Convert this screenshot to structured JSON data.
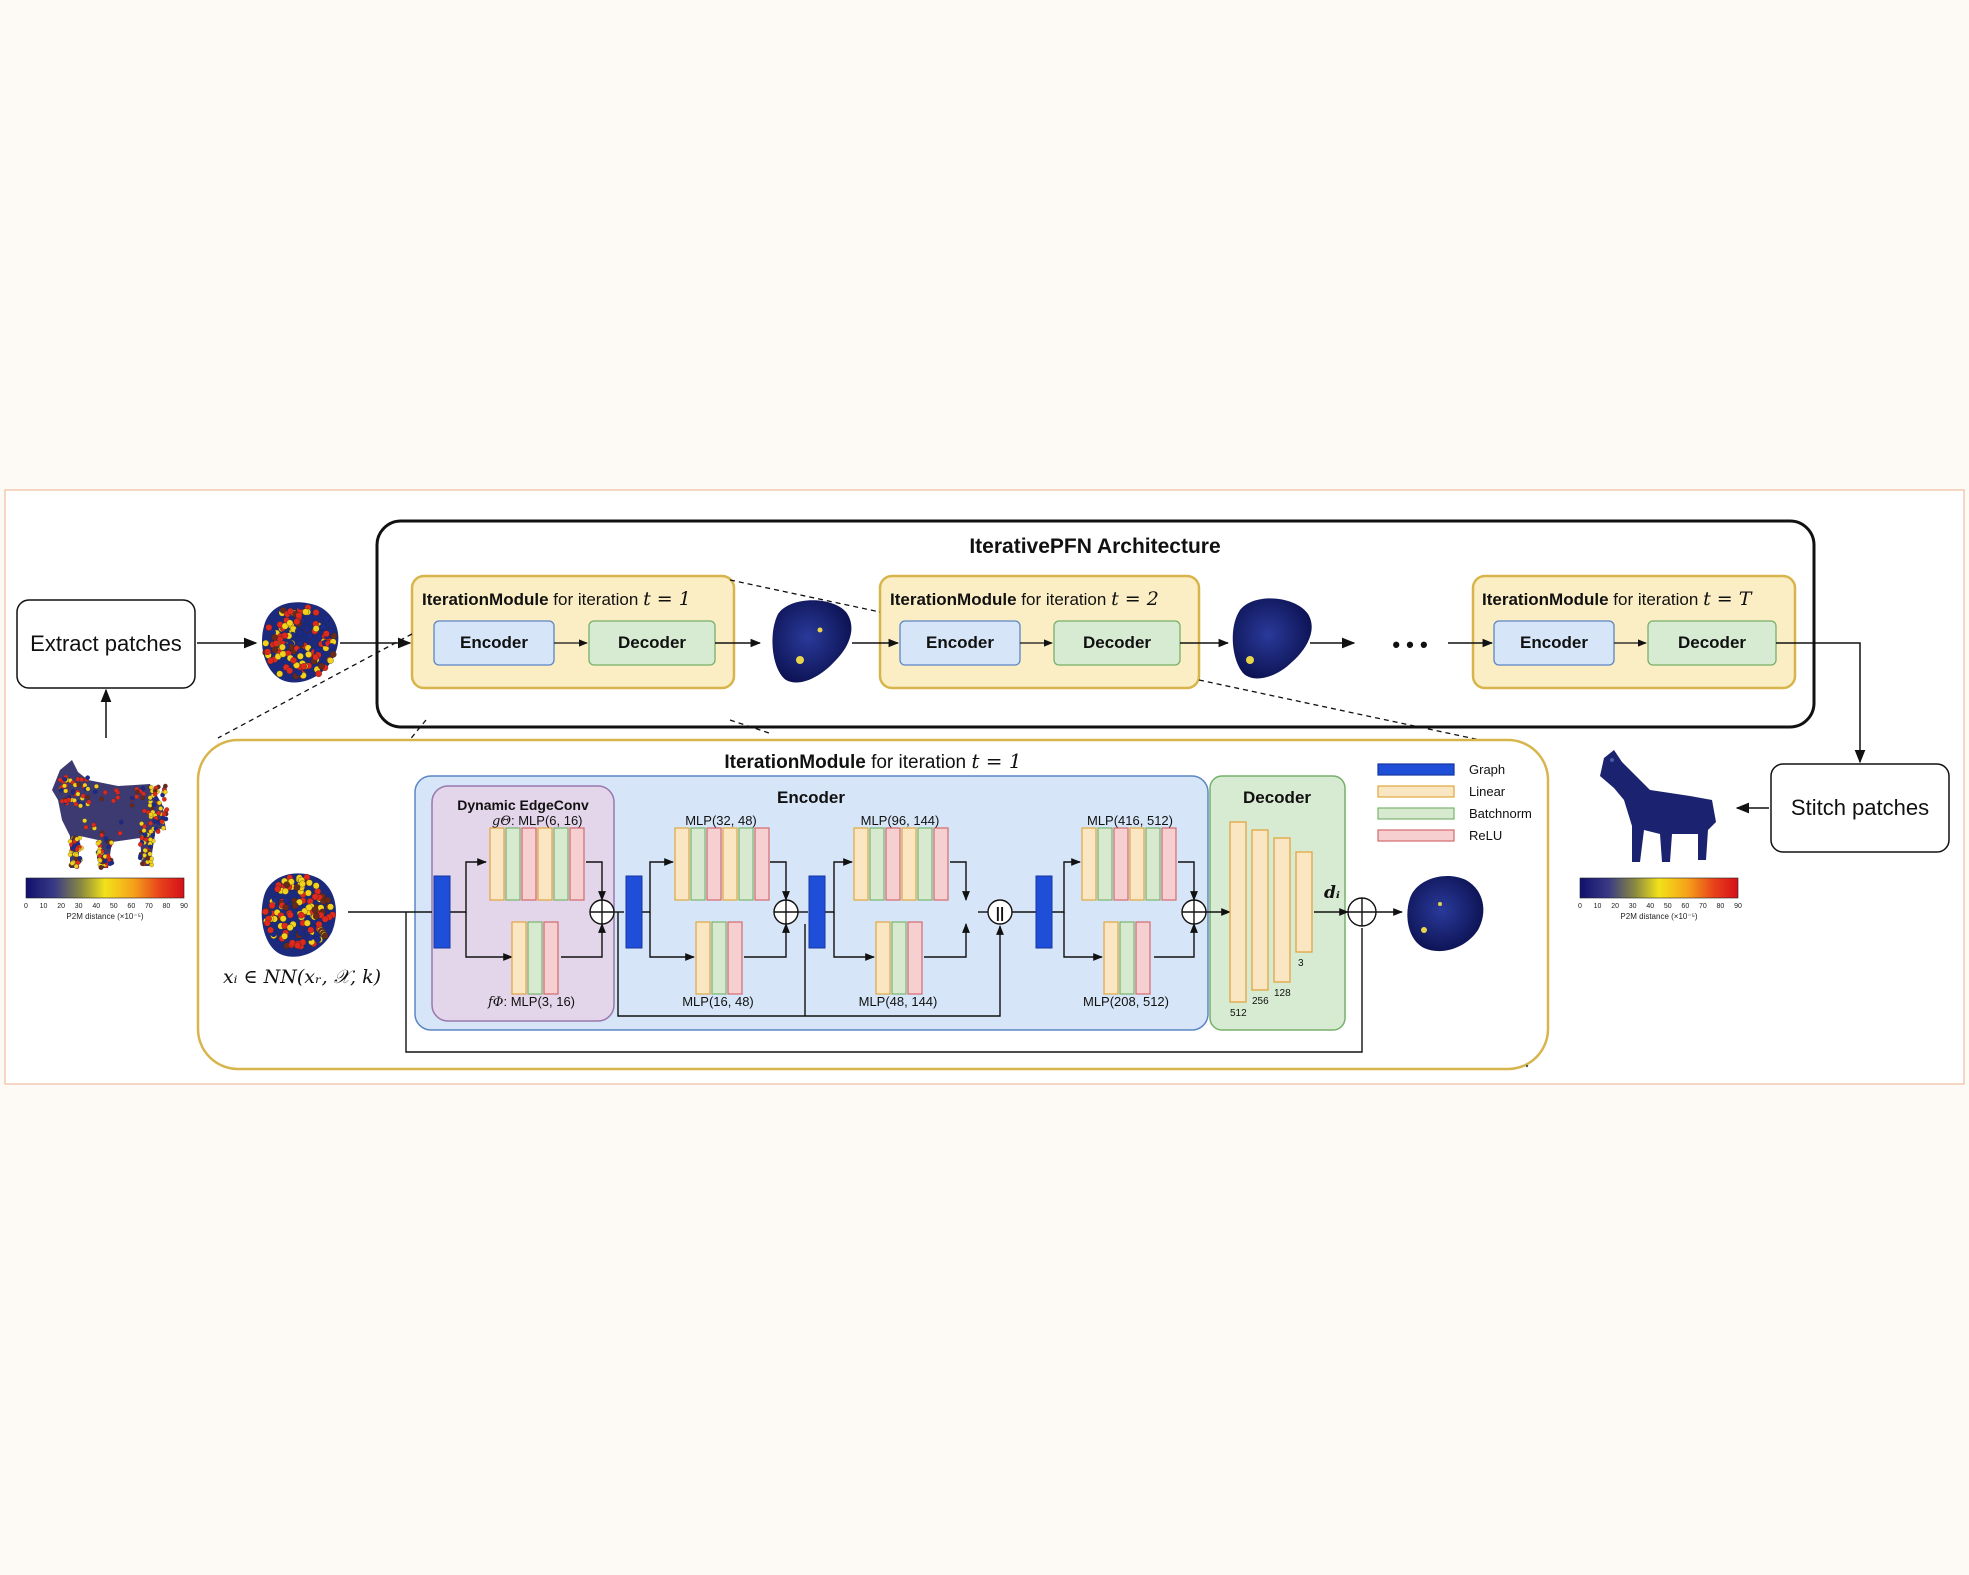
{
  "architecture_title": "IterativePFN Architecture",
  "extract_patches": "Extract patches",
  "stitch_patches": "Stitch patches",
  "modules": [
    {
      "bold": "IterationModule",
      "text": " for iteration ",
      "math": "t = 1"
    },
    {
      "bold": "IterationModule",
      "text": " for iteration ",
      "math": "t = 2"
    },
    {
      "bold": "IterationModule",
      "text": " for iteration ",
      "math": "t = T"
    }
  ],
  "encoder_label": "Encoder",
  "decoder_label": "Decoder",
  "ellipsis": "• • •",
  "detail": {
    "title_bold": "IterationModule",
    "title_text": " for iteration ",
    "title_math": "t = 1",
    "encoder_title": "Encoder",
    "decoder_title": "Decoder",
    "dynamic_edgeconv": "Dynamic EdgeConv",
    "g_theta_math": "gΘ",
    "g_theta_text": ": MLP(6, 16)",
    "f_phi_math": "fΦ",
    "f_phi_text": ": MLP(3, 16)",
    "mlp_labels": [
      "MLP(32, 48)",
      "MLP(16, 48)",
      "MLP(96, 144)",
      "MLP(48, 144)",
      "MLP(416, 512)",
      "MLP(208, 512)"
    ],
    "input_math": "xᵢ ∈ NN(xᵣ, 𝒳, k)",
    "output_math": "dᵢ",
    "concat_symbol": "||",
    "decoder_dims": [
      "512",
      "256",
      "128",
      "3"
    ]
  },
  "legend": [
    {
      "label": "Graph",
      "fill": "#1f4fd8",
      "stroke": "#1536a0"
    },
    {
      "label": "Linear",
      "fill": "#fbe6c4",
      "stroke": "#e0a640"
    },
    {
      "label": "Batchnorm",
      "fill": "#d7ead0",
      "stroke": "#7bb36e"
    },
    {
      "label": "ReLU",
      "fill": "#f6cfd0",
      "stroke": "#d46a6e"
    }
  ],
  "colorbar": {
    "ticks": [
      "0",
      "10",
      "20",
      "30",
      "40",
      "50",
      "60",
      "70",
      "80",
      "90"
    ],
    "label": "P2M distance (×10⁻⁵)"
  },
  "colors": {
    "module_fill": "#fbedc4",
    "module_stroke": "#d8b54c",
    "encoder_fill": "#d6e6f8",
    "encoder_stroke": "#5b86c4",
    "decoder_fill": "#d7ebd2",
    "decoder_stroke": "#77b06a",
    "edgeconv_fill": "#e3d5ea",
    "edgeconv_stroke": "#9a78ae",
    "outer_frame": "#f3c8b0"
  }
}
